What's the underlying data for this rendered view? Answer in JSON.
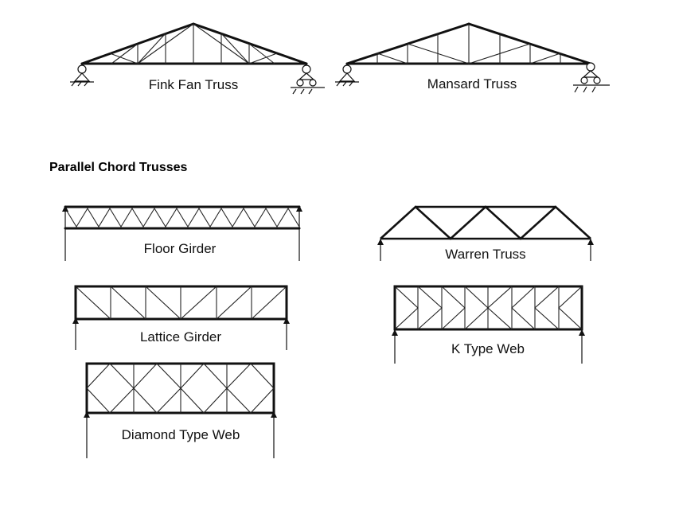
{
  "section_heading": "Parallel Chord Trusses",
  "trusses": {
    "fink_fan": {
      "label": "Fink Fan Truss"
    },
    "mansard": {
      "label": "Mansard Truss"
    },
    "floor_girder": {
      "label": "Floor Girder"
    },
    "warren": {
      "label": "Warren Truss"
    },
    "lattice_girder": {
      "label": "Lattice Girder"
    },
    "k_type": {
      "label": "K Type Web"
    },
    "diamond": {
      "label": "Diamond Type Web"
    }
  },
  "colors": {
    "line": "#111111",
    "background": "#ffffff"
  }
}
